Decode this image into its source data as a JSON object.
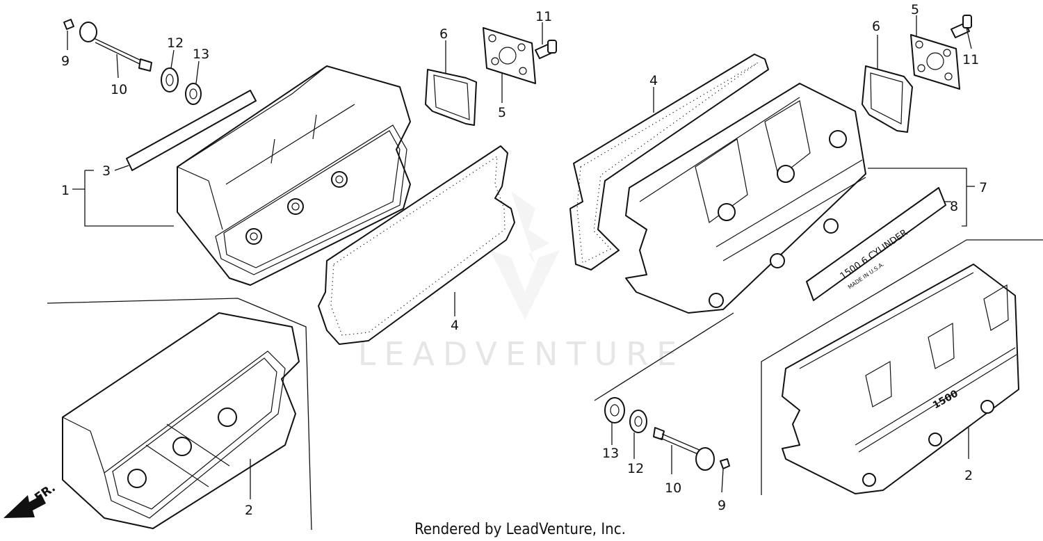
{
  "watermark": "LEADVENTURE",
  "footer": "Rendered by LeadVenture, Inc.",
  "direction_label": "FR.",
  "emblem_text": "1500 6 CYLINDER",
  "emblem_subtext": "MADE IN U.S.A.",
  "cover_badge": "1500",
  "callouts": {
    "c1": "1",
    "c2a": "2",
    "c2b": "2",
    "c3": "3",
    "c4a": "4",
    "c4b": "4",
    "c5a": "5",
    "c5b": "5",
    "c6a": "6",
    "c6b": "6",
    "c7": "7",
    "c8": "8",
    "c9a": "9",
    "c9b": "9",
    "c10a": "10",
    "c10b": "10",
    "c11a": "11",
    "c11b": "11",
    "c12a": "12",
    "c12b": "12",
    "c13a": "13",
    "c13b": "13"
  }
}
